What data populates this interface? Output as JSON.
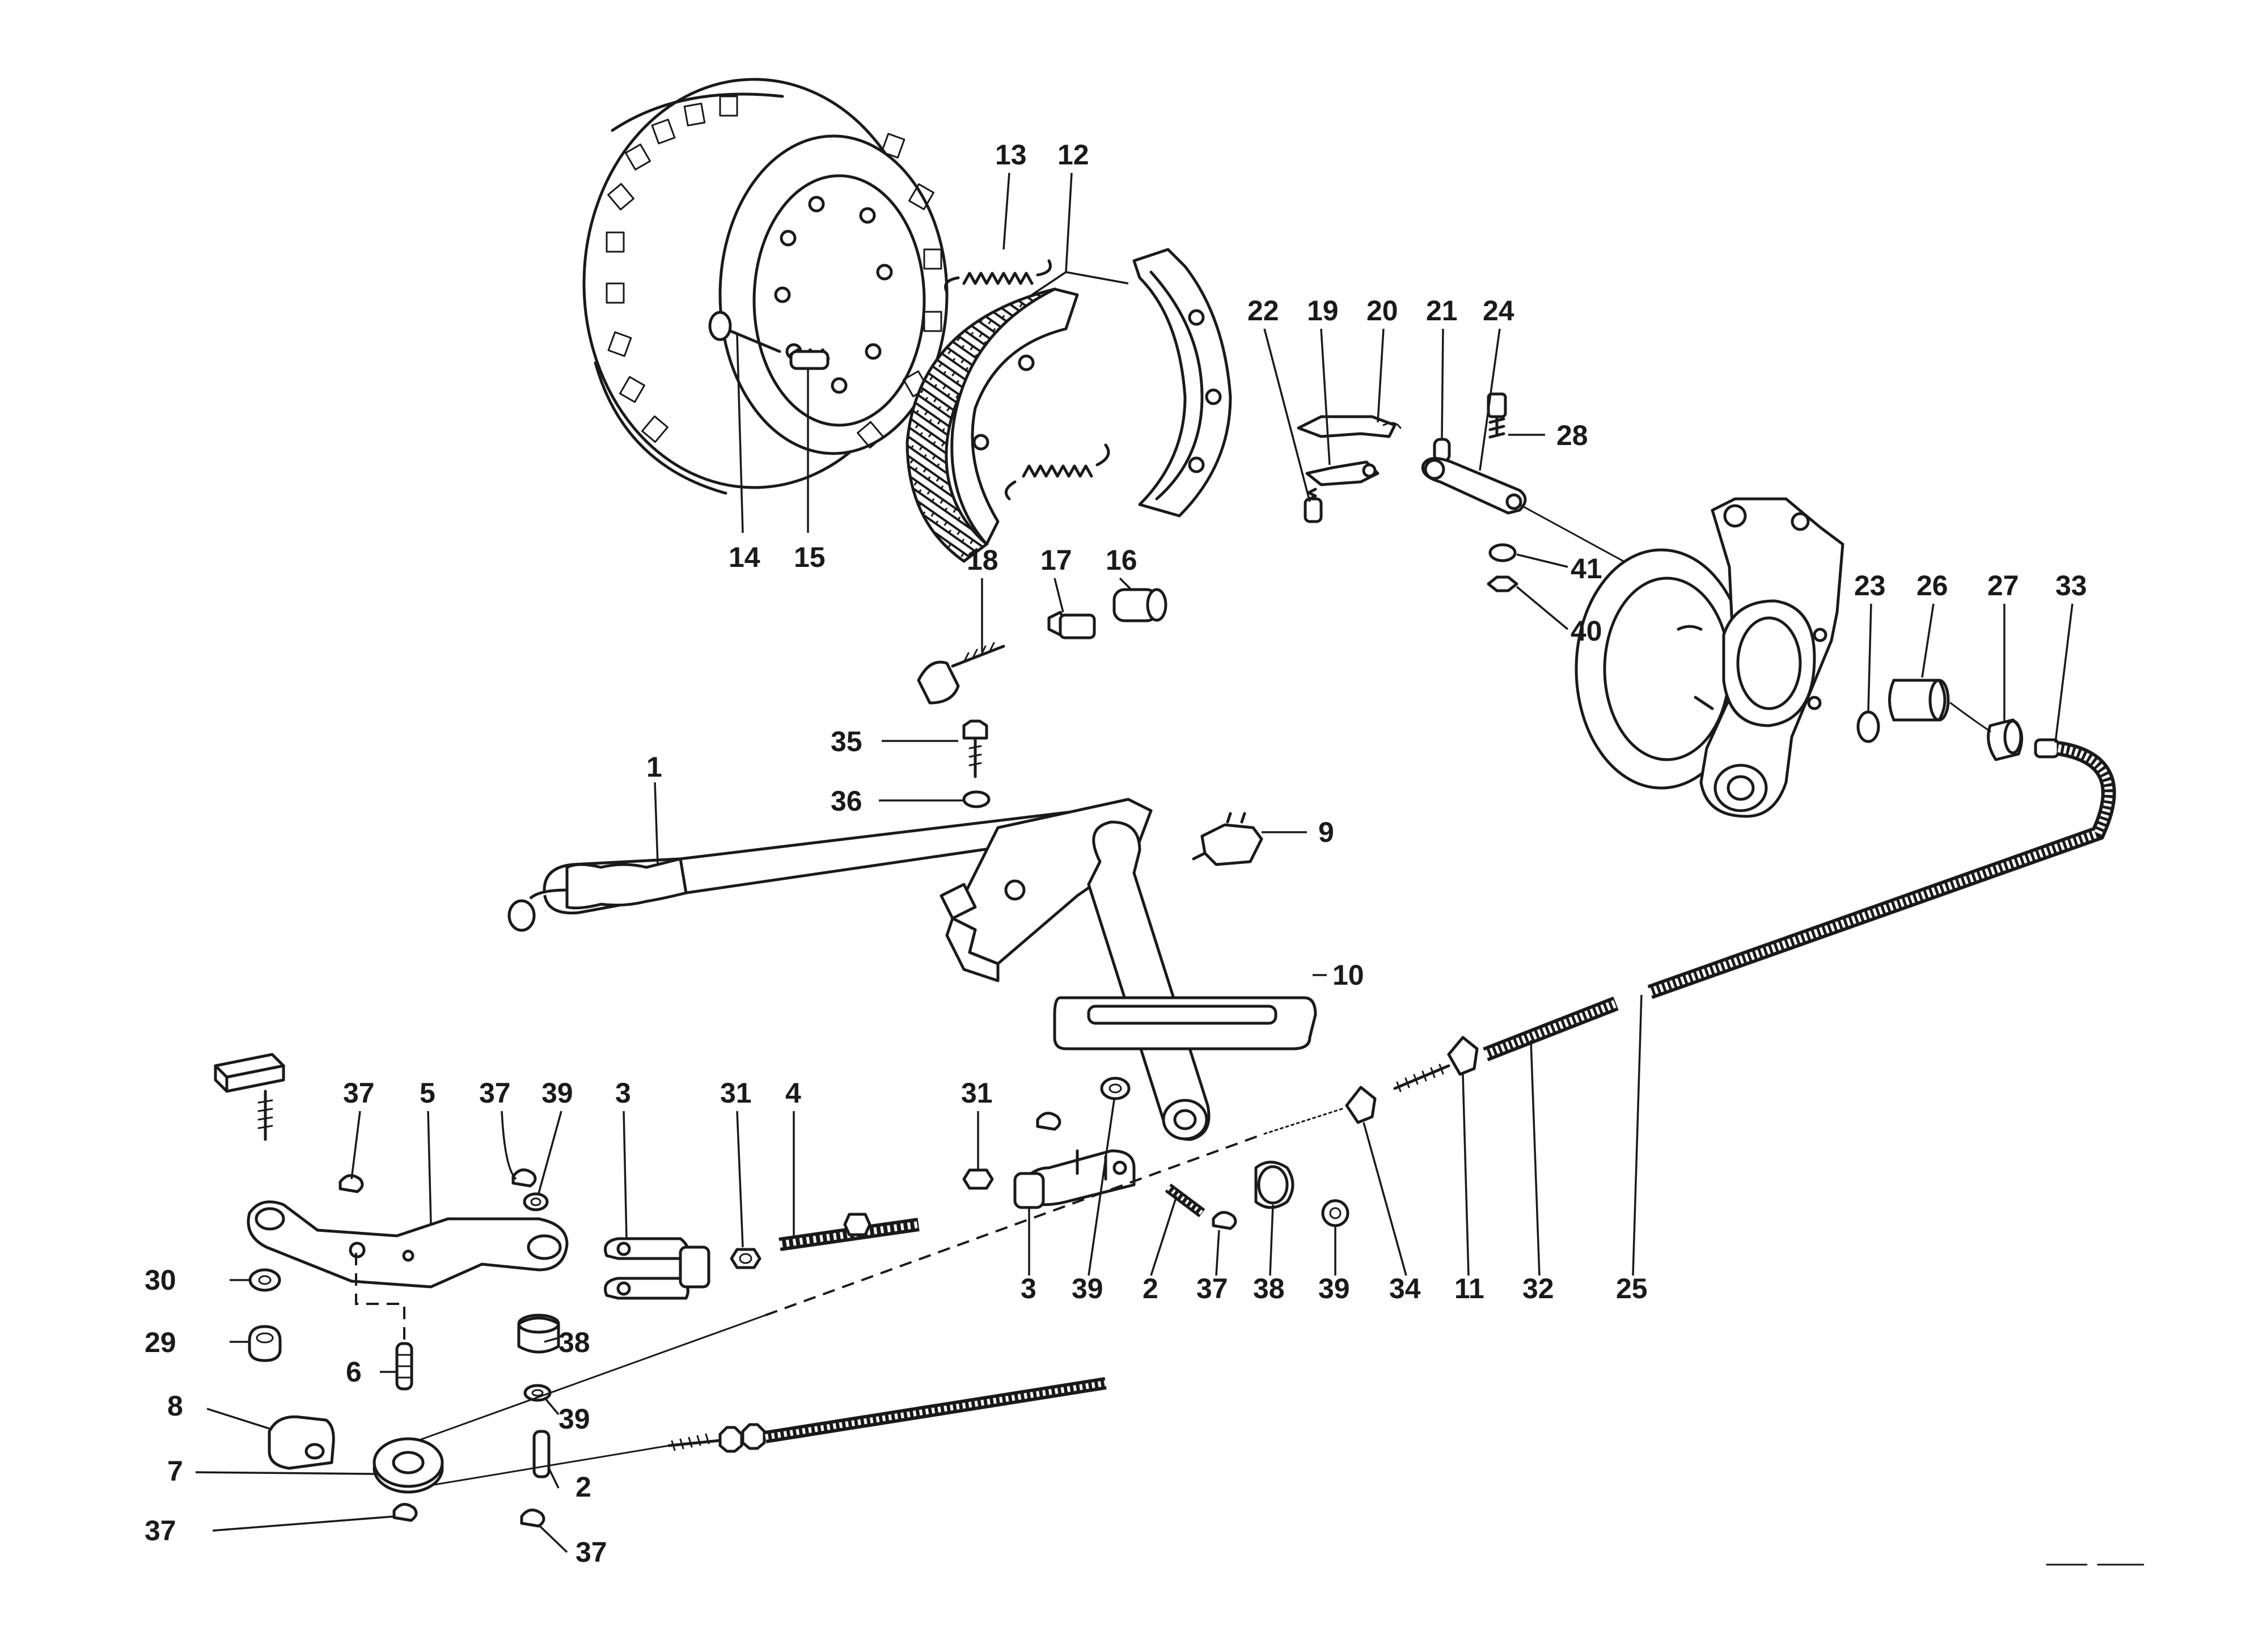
{
  "callouts": [
    {
      "id": "13",
      "text": "13"
    },
    {
      "id": "12",
      "text": "12"
    },
    {
      "id": "14",
      "text": "14"
    },
    {
      "id": "15",
      "text": "15"
    },
    {
      "id": "18",
      "text": "18"
    },
    {
      "id": "17",
      "text": "17"
    },
    {
      "id": "16",
      "text": "16"
    },
    {
      "id": "22",
      "text": "22"
    },
    {
      "id": "19",
      "text": "19"
    },
    {
      "id": "20",
      "text": "20"
    },
    {
      "id": "21",
      "text": "21"
    },
    {
      "id": "24",
      "text": "24"
    },
    {
      "id": "28",
      "text": "28"
    },
    {
      "id": "41",
      "text": "41"
    },
    {
      "id": "40",
      "text": "40"
    },
    {
      "id": "23",
      "text": "23"
    },
    {
      "id": "26",
      "text": "26"
    },
    {
      "id": "27",
      "text": "27"
    },
    {
      "id": "33",
      "text": "33"
    },
    {
      "id": "35",
      "text": "35"
    },
    {
      "id": "36",
      "text": "36"
    },
    {
      "id": "1",
      "text": "1"
    },
    {
      "id": "9",
      "text": "9"
    },
    {
      "id": "10",
      "text": "10"
    },
    {
      "id": "37a",
      "text": "37"
    },
    {
      "id": "5",
      "text": "5"
    },
    {
      "id": "37b",
      "text": "37"
    },
    {
      "id": "39a",
      "text": "39"
    },
    {
      "id": "3a",
      "text": "3"
    },
    {
      "id": "31a",
      "text": "31"
    },
    {
      "id": "4",
      "text": "4"
    },
    {
      "id": "31b",
      "text": "31"
    },
    {
      "id": "3b",
      "text": "3"
    },
    {
      "id": "39b",
      "text": "39"
    },
    {
      "id": "2a",
      "text": "2"
    },
    {
      "id": "37c",
      "text": "37"
    },
    {
      "id": "38a",
      "text": "38"
    },
    {
      "id": "39c",
      "text": "39"
    },
    {
      "id": "34",
      "text": "34"
    },
    {
      "id": "11",
      "text": "11"
    },
    {
      "id": "32",
      "text": "32"
    },
    {
      "id": "25",
      "text": "25"
    },
    {
      "id": "30",
      "text": "30"
    },
    {
      "id": "29",
      "text": "29"
    },
    {
      "id": "38b",
      "text": "38"
    },
    {
      "id": "6",
      "text": "6"
    },
    {
      "id": "39d",
      "text": "39"
    },
    {
      "id": "8",
      "text": "8"
    },
    {
      "id": "7",
      "text": "7"
    },
    {
      "id": "2b",
      "text": "2"
    },
    {
      "id": "37d",
      "text": "37"
    },
    {
      "id": "37e",
      "text": "37"
    }
  ]
}
